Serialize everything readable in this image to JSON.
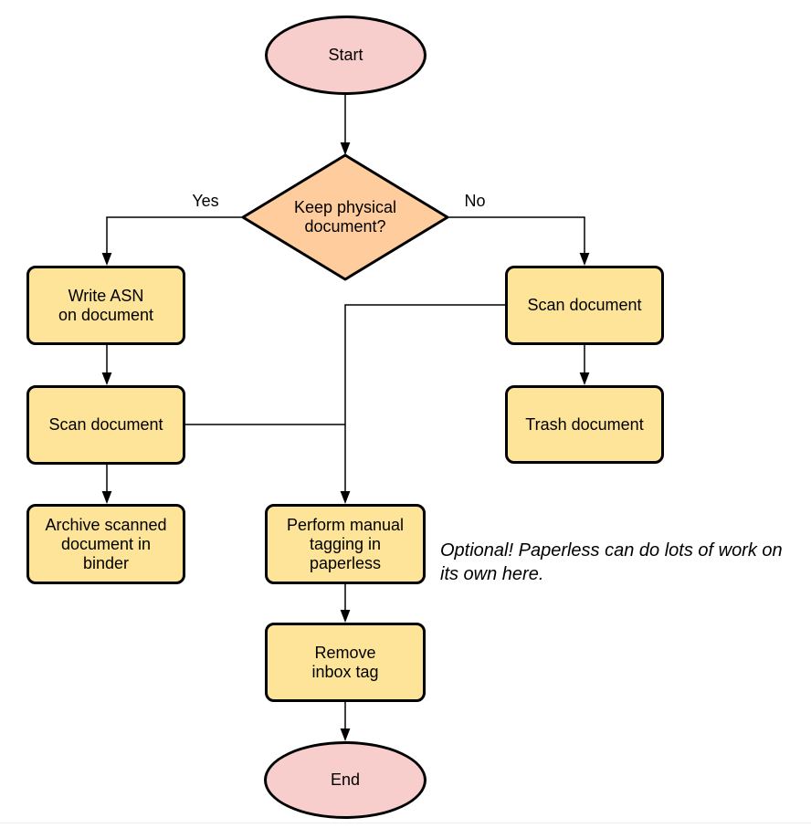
{
  "diagram": {
    "colors": {
      "terminal_fill": "#f8cecc",
      "decision_fill": "#ffcc9e",
      "process_fill": "#fde498",
      "stroke": "#000000"
    },
    "nodes": {
      "start": {
        "type": "terminal",
        "label": "Start"
      },
      "decision": {
        "type": "decision",
        "label": "Keep physical\ndocument?"
      },
      "write_asn": {
        "type": "process",
        "label": "Write ASN\non document"
      },
      "scan_left": {
        "type": "process",
        "label": "Scan document"
      },
      "archive": {
        "type": "process",
        "label": "Archive scanned\ndocument in\nbinder"
      },
      "scan_right": {
        "type": "process",
        "label": "Scan document"
      },
      "trash": {
        "type": "process",
        "label": "Trash document"
      },
      "tagging": {
        "type": "process",
        "label": "Perform manual\ntagging in\npaperless"
      },
      "remove_inbox": {
        "type": "process",
        "label": "Remove\ninbox tag"
      },
      "end": {
        "type": "terminal",
        "label": "End"
      }
    },
    "edge_labels": {
      "yes": "Yes",
      "no": "No"
    },
    "edges": [
      {
        "from": "Start",
        "to": "Keep physical document?",
        "label": ""
      },
      {
        "from": "Keep physical document?",
        "to": "Write ASN on document",
        "label": "Yes"
      },
      {
        "from": "Keep physical document?",
        "to": "Scan document (right)",
        "label": "No"
      },
      {
        "from": "Write ASN on document",
        "to": "Scan document (left)",
        "label": ""
      },
      {
        "from": "Scan document (left)",
        "to": "Archive scanned document in binder",
        "label": ""
      },
      {
        "from": "Scan document (left)",
        "to": "Perform manual tagging in paperless",
        "label": ""
      },
      {
        "from": "Scan document (right)",
        "to": "Trash document",
        "label": ""
      },
      {
        "from": "Scan document (right)",
        "to": "Perform manual tagging in paperless",
        "label": ""
      },
      {
        "from": "Perform manual tagging in paperless",
        "to": "Remove inbox tag",
        "label": ""
      },
      {
        "from": "Remove inbox tag",
        "to": "End",
        "label": ""
      }
    ],
    "note": {
      "line1": "Optional! Paperless can do lots of work on",
      "line2": "its own here."
    }
  }
}
